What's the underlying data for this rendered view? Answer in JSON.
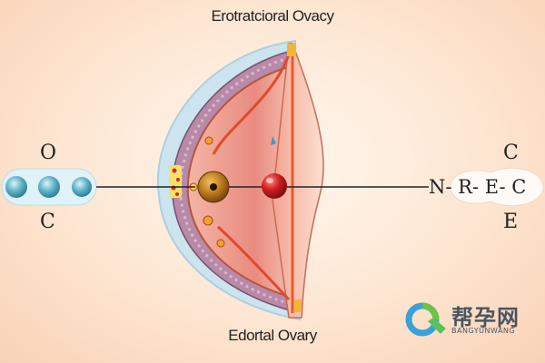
{
  "title": "Erotratcioral Ovacy",
  "caption": "Edortal Ovary",
  "left_labels": {
    "top": "O",
    "bottom": "C"
  },
  "right_labels": {
    "top": "C",
    "chain": "N- R- E- C",
    "bottom": "E"
  },
  "logo": {
    "text": "帮孕网",
    "subtext": "BANGYUNWANG"
  },
  "colors": {
    "background": "#fde6d2",
    "ovary_tissue": "#e98b80",
    "outer_shell": "#c9e4f0",
    "follicle_gold": "#c98a2a",
    "egg_red": "#d21e22",
    "sphere_blue": "#5fb4c8"
  }
}
